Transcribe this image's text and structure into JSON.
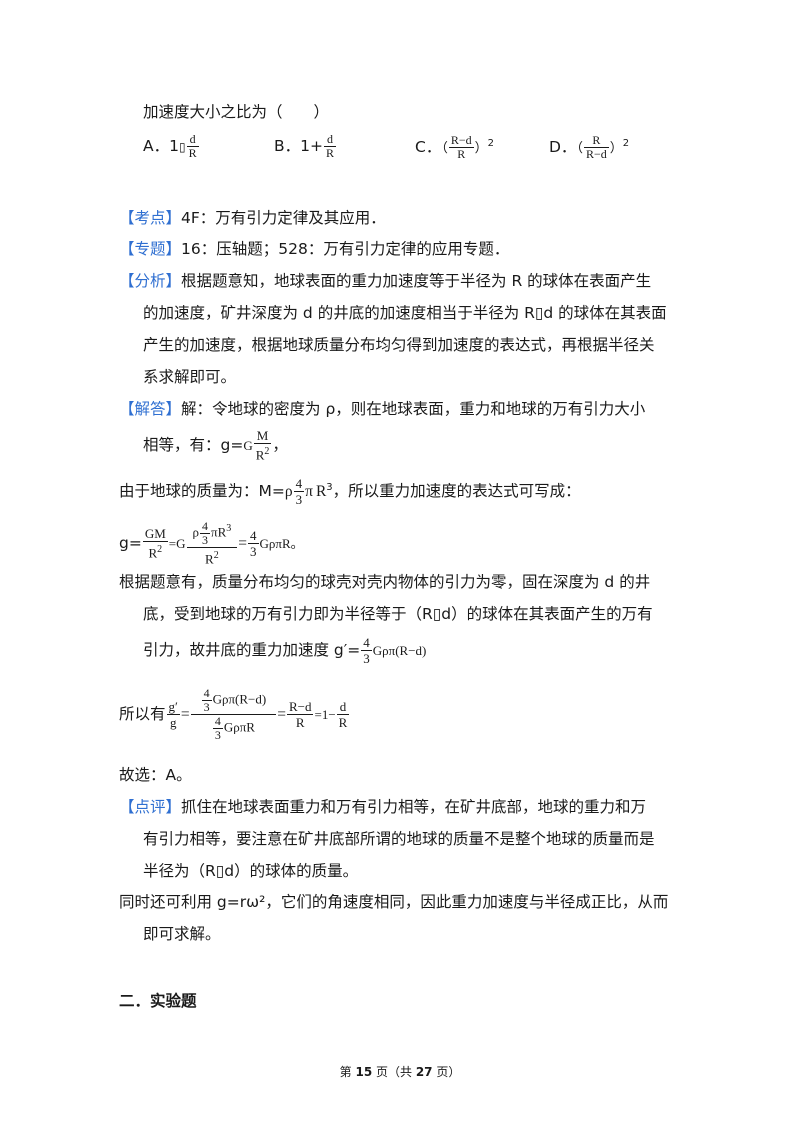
{
  "question_tail": "加速度大小之比为（　　）",
  "options": {
    "a": {
      "label": "A．1",
      "mid": "▯",
      "num": "d",
      "den": "R"
    },
    "b": {
      "label": "B．1+",
      "num": "d",
      "den": "R"
    },
    "c": {
      "label": "C．",
      "paren_open": "（",
      "num": "R−d",
      "den": "R",
      "paren_close": "）",
      "power": "2"
    },
    "d": {
      "label": "D．",
      "paren_open": "（",
      "num": "R",
      "den": "R−d",
      "paren_close": "）",
      "power": "2"
    }
  },
  "kaodian": {
    "tag": "【考点】",
    "text": "4F：万有引力定律及其应用．"
  },
  "zhuanti": {
    "tag": "【专题】",
    "text": "16：压轴题；528：万有引力定律的应用专题．"
  },
  "fenxi": {
    "tag": "【分析】",
    "l1": "根据题意知，地球表面的重力加速度等于半径为 R 的球体在表面产生",
    "l2": "的加速度，矿井深度为 d 的井底的加速度相当于半径为 R▯d 的球体在其表面",
    "l3": "产生的加速度，根据地球质量分布均匀得到加速度的表达式，再根据半径关",
    "l4": "系求解即可。"
  },
  "jieda": {
    "tag": "【解答】",
    "l1": "解：令地球的密度为 ρ，则在地球表面，重力和地球的万有引力大小",
    "l2_pre": "相等，有：g=",
    "l2_G": "G",
    "l2_num": "M",
    "l2_den": "R",
    "l2_den_pow": "2",
    "l2_post": "，",
    "l3_pre": "由于地球的质量为：M=",
    "l3_rho": "ρ",
    "l3_num": "4",
    "l3_den": "3",
    "l3_pi": "π",
    "l3_R": "R",
    "l3_pow": "3",
    "l3_post": "，所以重力加速度的表达式可写成：",
    "l4_g": "g=",
    "l4_n1": "GM",
    "l4_d1": "R",
    "l4_d1_pow": "2",
    "l4_eq1": "=G",
    "l4_n2_rho": "ρ",
    "l4_n2_fn": "4",
    "l4_n2_fd": "3",
    "l4_n2_rest": "πR",
    "l4_n2_pow": "3",
    "l4_d2": "R",
    "l4_d2_pow": "2",
    "l4_eq2": "=",
    "l4_fn": "4",
    "l4_fd": "3",
    "l4_tail": "GρπR。",
    "l5": "根据题意有，质量分布均匀的球壳对壳内物体的引力为零，固在深度为 d 的井",
    "l6": "底，受到地球的万有引力即为半径等于（R▯d）的球体在其表面产生的万有",
    "l7_pre": "引力，故井底的重力加速度 g′=",
    "l7_fn": "4",
    "l7_fd": "3",
    "l7_tail": "Gρπ(R−d)",
    "l8_pre": "所以有",
    "l8_gp": "g′",
    "l8_g": "g",
    "l8_eq1": "=",
    "l8_top_fn": "4",
    "l8_top_fd": "3",
    "l8_top_rest": "Gρπ(R−d)",
    "l8_bot_fn": "4",
    "l8_bot_fd": "3",
    "l8_bot_rest": "GρπR",
    "l8_eq2": "=",
    "l8_n3": "R−d",
    "l8_d3": "R",
    "l8_eq3": "=1−",
    "l8_n4": "d",
    "l8_d4": "R",
    "l9": "故选：A。"
  },
  "dianping": {
    "tag": "【点评】",
    "l1": "抓住在地球表面重力和万有引力相等，在矿井底部，地球的重力和万",
    "l2": "有引力相等，要注意在矿井底部所谓的地球的质量不是整个地球的质量而是",
    "l3": "半径为（R▯d）的球体的质量。",
    "l4": "同时还可利用 g=rω²，它们的角速度相同，因此重力加速度与半径成正比，从而",
    "l5": "即可求解。"
  },
  "section_title": "二．实验题",
  "footer": {
    "pre": "第 ",
    "page": "15",
    "mid": " 页（共 ",
    "total": "27",
    "post": " 页）"
  }
}
